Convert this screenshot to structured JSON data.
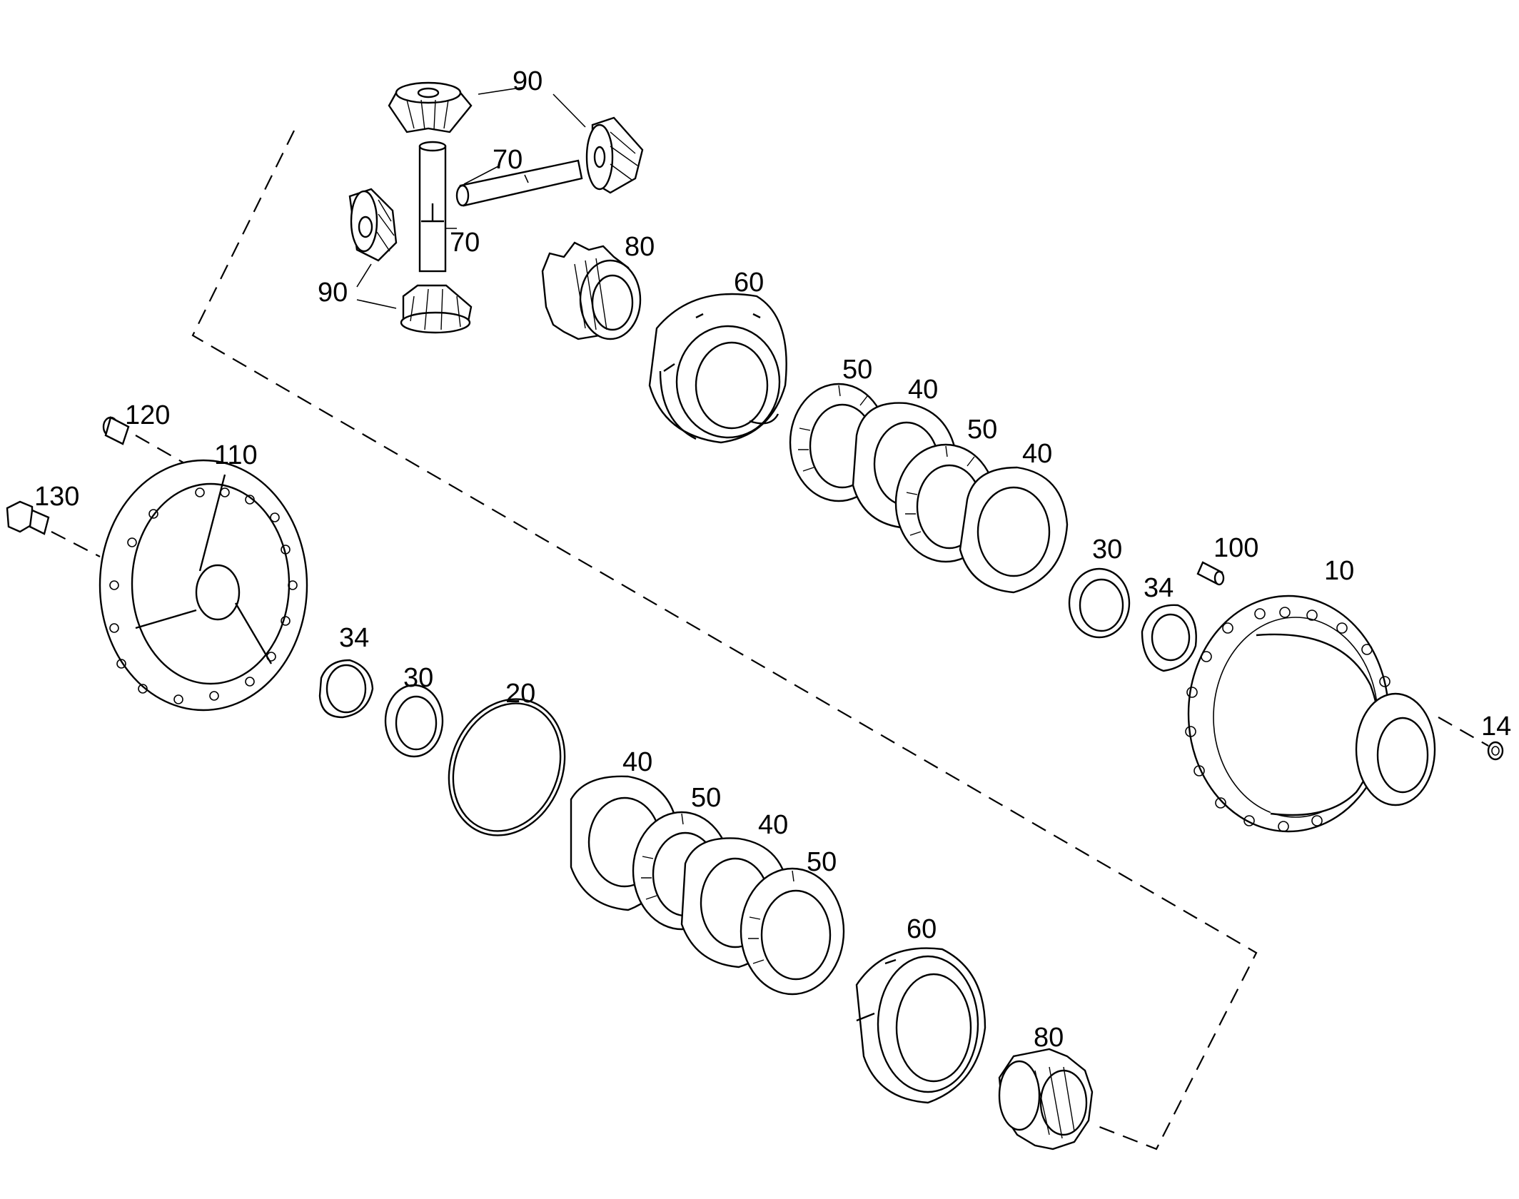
{
  "diagram": {
    "callouts": [
      {
        "id": "c90a",
        "label": "90"
      },
      {
        "id": "c70a",
        "label": "70"
      },
      {
        "id": "c70b",
        "label": "70"
      },
      {
        "id": "c90b",
        "label": "90"
      },
      {
        "id": "c80a",
        "label": "80"
      },
      {
        "id": "c60a",
        "label": "60"
      },
      {
        "id": "c50a",
        "label": "50"
      },
      {
        "id": "c40a",
        "label": "40"
      },
      {
        "id": "c50b",
        "label": "50"
      },
      {
        "id": "c40b",
        "label": "40"
      },
      {
        "id": "c120",
        "label": "120"
      },
      {
        "id": "c110",
        "label": "110"
      },
      {
        "id": "c130",
        "label": "130"
      },
      {
        "id": "c30a",
        "label": "30"
      },
      {
        "id": "c100",
        "label": "100"
      },
      {
        "id": "c34a",
        "label": "34"
      },
      {
        "id": "c10",
        "label": "10"
      },
      {
        "id": "c14",
        "label": "14"
      },
      {
        "id": "c34b",
        "label": "34"
      },
      {
        "id": "c30b",
        "label": "30"
      },
      {
        "id": "c20",
        "label": "20"
      },
      {
        "id": "c40c",
        "label": "40"
      },
      {
        "id": "c50c",
        "label": "50"
      },
      {
        "id": "c40d",
        "label": "40"
      },
      {
        "id": "c50d",
        "label": "50"
      },
      {
        "id": "c60b",
        "label": "60"
      },
      {
        "id": "c80b",
        "label": "80"
      }
    ]
  }
}
